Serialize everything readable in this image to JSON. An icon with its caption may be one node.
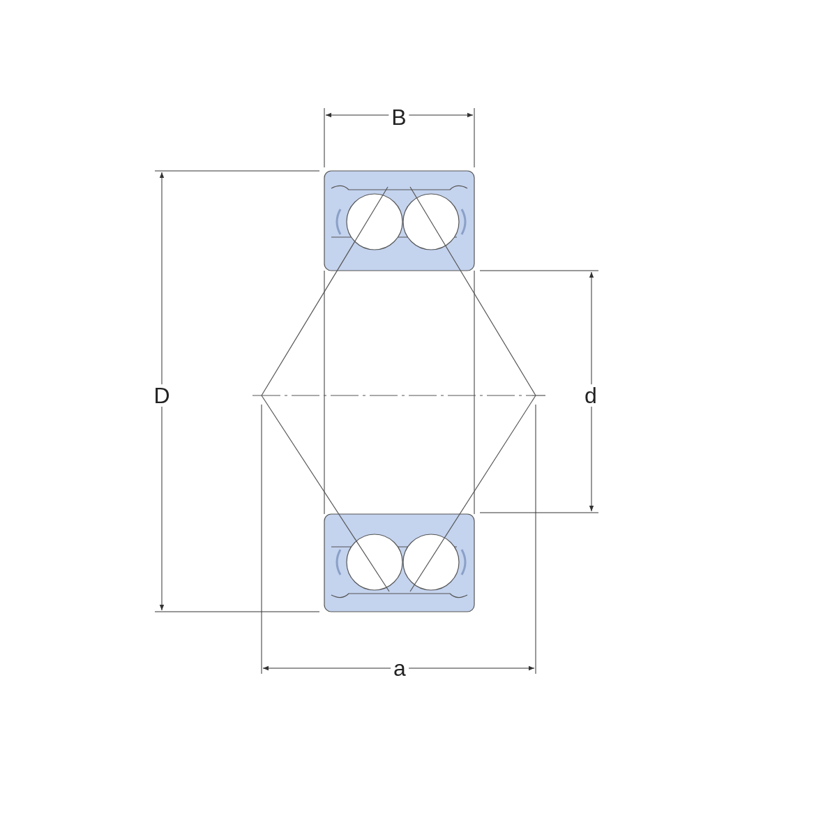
{
  "diagram": {
    "labels": [
      "B",
      "D",
      "d",
      "a"
    ]
  }
}
